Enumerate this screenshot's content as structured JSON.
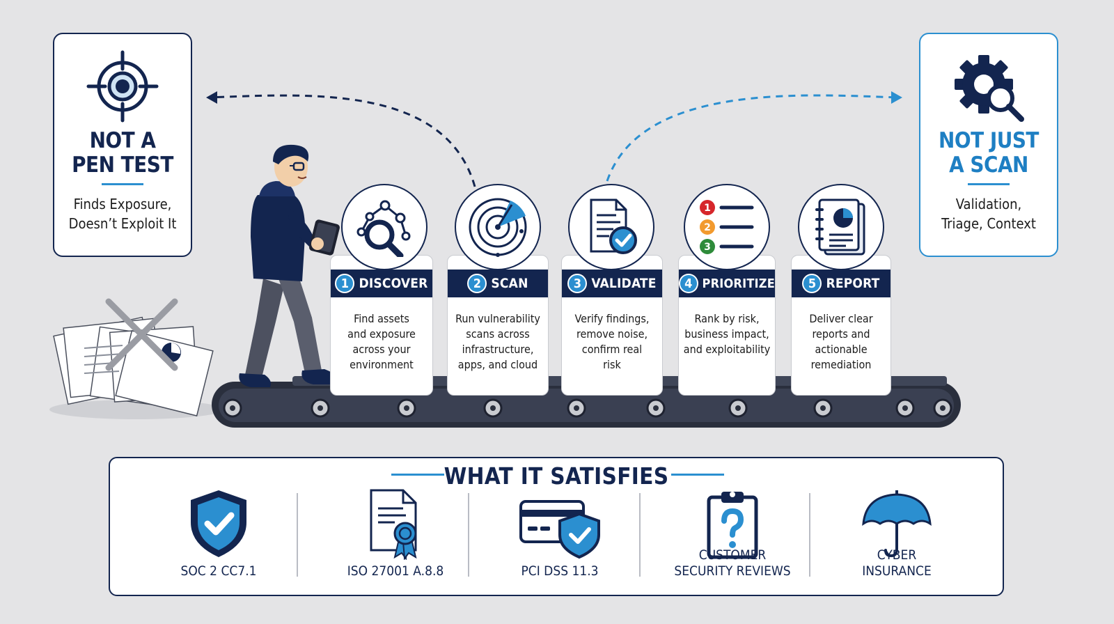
{
  "left_card": {
    "title_line1": "NOT A",
    "title_line2": "PEN TEST",
    "sub_line1": "Finds Exposure,",
    "sub_line2": "Doesn’t Exploit It"
  },
  "right_card": {
    "title_line1": "NOT JUST",
    "title_line2": "A SCAN",
    "sub_line1": "Validation,",
    "sub_line2": "Triage, Context"
  },
  "steps": [
    {
      "num": "1",
      "label": "DISCOVER",
      "lines": [
        "Find assets",
        "and exposure",
        "across your",
        "environment"
      ],
      "icon": "network-magnifier-icon"
    },
    {
      "num": "2",
      "label": "SCAN",
      "lines": [
        "Run vulnerability",
        "scans across",
        "infrastructure,",
        "apps, and cloud"
      ],
      "icon": "radar-icon"
    },
    {
      "num": "3",
      "label": "VALIDATE",
      "lines": [
        "Verify findings,",
        "remove noise,",
        "confirm real",
        "risk"
      ],
      "icon": "document-check-icon"
    },
    {
      "num": "4",
      "label": "PRIORITIZE",
      "lines": [
        "Rank by risk,",
        "business impact,",
        "and exploitability"
      ],
      "icon": "ranked-list-icon",
      "rank_numbers": [
        "1",
        "2",
        "3"
      ]
    },
    {
      "num": "5",
      "label": "REPORT",
      "lines": [
        "Deliver clear",
        "reports and",
        "actionable",
        "remediation"
      ],
      "icon": "report-notebook-icon"
    }
  ],
  "satisfies": {
    "title": "WHAT IT SATISFIES",
    "items": [
      {
        "lines": [
          "SOC 2 CC7.1"
        ],
        "icon": "shield-check-icon"
      },
      {
        "lines": [
          "ISO 27001 A.8.8"
        ],
        "icon": "certificate-icon"
      },
      {
        "lines": [
          "PCI DSS 11.3"
        ],
        "icon": "card-shield-icon"
      },
      {
        "lines": [
          "CUSTOMER",
          "SECURITY REVIEWS"
        ],
        "icon": "clipboard-question-icon"
      },
      {
        "lines": [
          "CYBER",
          "INSURANCE"
        ],
        "icon": "umbrella-icon"
      }
    ]
  },
  "colors": {
    "navy": "#13254f",
    "blue": "#2b8fd0",
    "bg": "#e4e4e6",
    "red": "#d6262b",
    "orange": "#f29a2e",
    "green": "#2e8b3a"
  }
}
